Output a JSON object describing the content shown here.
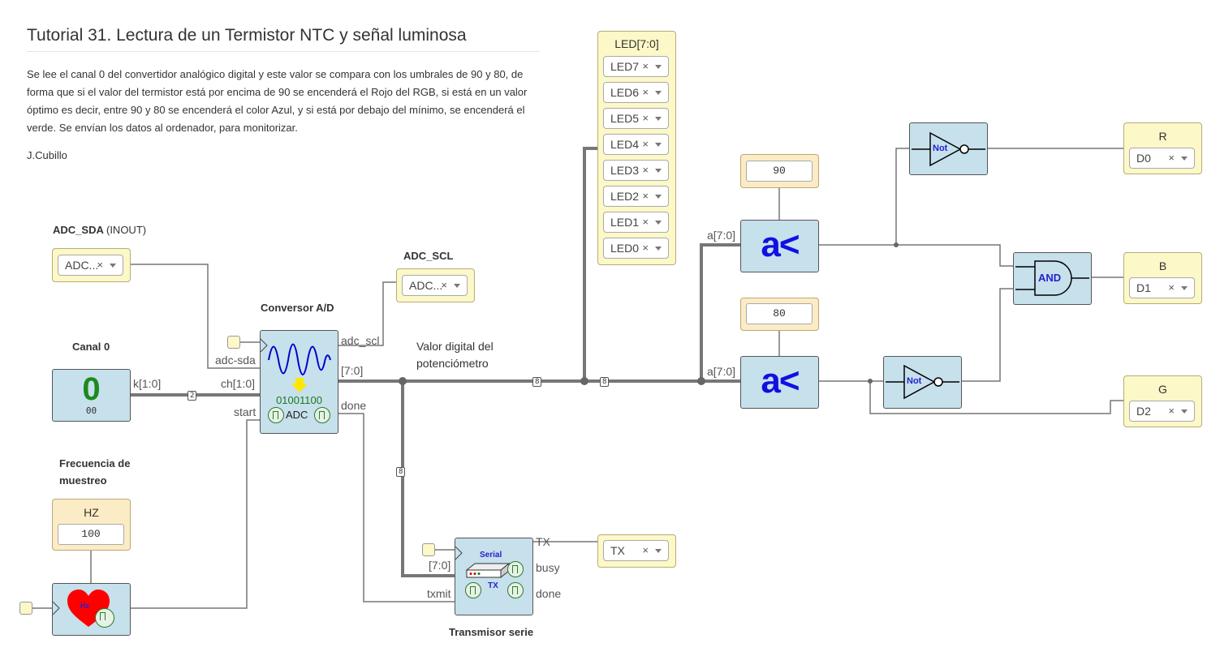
{
  "page": {
    "title": "Tutorial 31. Lectura de un Termistor NTC y señal luminosa",
    "description": "Se lee el canal 0 del convertidor analógico digital y este valor se compara con los umbrales de 90 y 80, de forma que si el valor del termistor está por encima de 90 se encenderá el Rojo del RGB, si está en un valor óptimo es decir, entre 90 y 80 se encenderá el color Azul, y si está por debajo del mínimo, se encenderá el verde. Se envían los datos al ordenador, para monitorizar.",
    "author": "J.Cubillo"
  },
  "ports": {
    "adc_sda": {
      "label": "ADC_SDA",
      "suffix": "(INOUT)",
      "value": "ADC..."
    },
    "adc_scl": {
      "label": "ADC_SCL",
      "value": "ADC..."
    },
    "led_group": {
      "title": "LED[7:0]",
      "items": [
        "LED7",
        "LED6",
        "LED5",
        "LED4",
        "LED3",
        "LED2",
        "LED1",
        "LED0"
      ]
    },
    "tx": {
      "value": "TX"
    },
    "r": {
      "label": "R",
      "value": "D0"
    },
    "b": {
      "label": "B",
      "value": "D1"
    },
    "g": {
      "label": "G",
      "value": "D2"
    }
  },
  "blocks": {
    "canal0": {
      "label": "Canal 0",
      "glyph": "0",
      "value": "00",
      "pin_out": "k[1:0]"
    },
    "freq": {
      "label_line1": "Frecuencia de",
      "label_line2": "muestreo",
      "const_title": "HZ",
      "const_value": "100",
      "heart_text": "Hz"
    },
    "adc": {
      "label": "Conversor A/D",
      "bits": "01001100",
      "name": "ADC",
      "pin_adc_sda": "adc-sda",
      "pin_ch": "ch[1:0]",
      "pin_start": "start",
      "pin_adc_scl": "adc_scl",
      "pin_out": "[7:0]",
      "pin_done": "done"
    },
    "serial": {
      "label": "Transmisor serie",
      "title": "Serial",
      "name": "TX",
      "pin_data": "[7:0]",
      "pin_txmit": "txmit",
      "pin_tx": "TX",
      "pin_busy": "busy",
      "pin_done": "done"
    },
    "cmp_hi": {
      "threshold": "90",
      "pin": "a[7:0]",
      "symbol": "a<"
    },
    "cmp_lo": {
      "threshold": "80",
      "pin": "a[7:0]",
      "symbol": "a<"
    },
    "not1": {
      "text": "Not"
    },
    "not2": {
      "text": "Not"
    },
    "and": {
      "text": "AND"
    }
  },
  "wire_note": {
    "line1": "Valor digital del",
    "line2": "potenciómetro"
  },
  "bus_widths": {
    "ch": "2",
    "main_a": "8",
    "main_b": "8",
    "serial": "8"
  }
}
